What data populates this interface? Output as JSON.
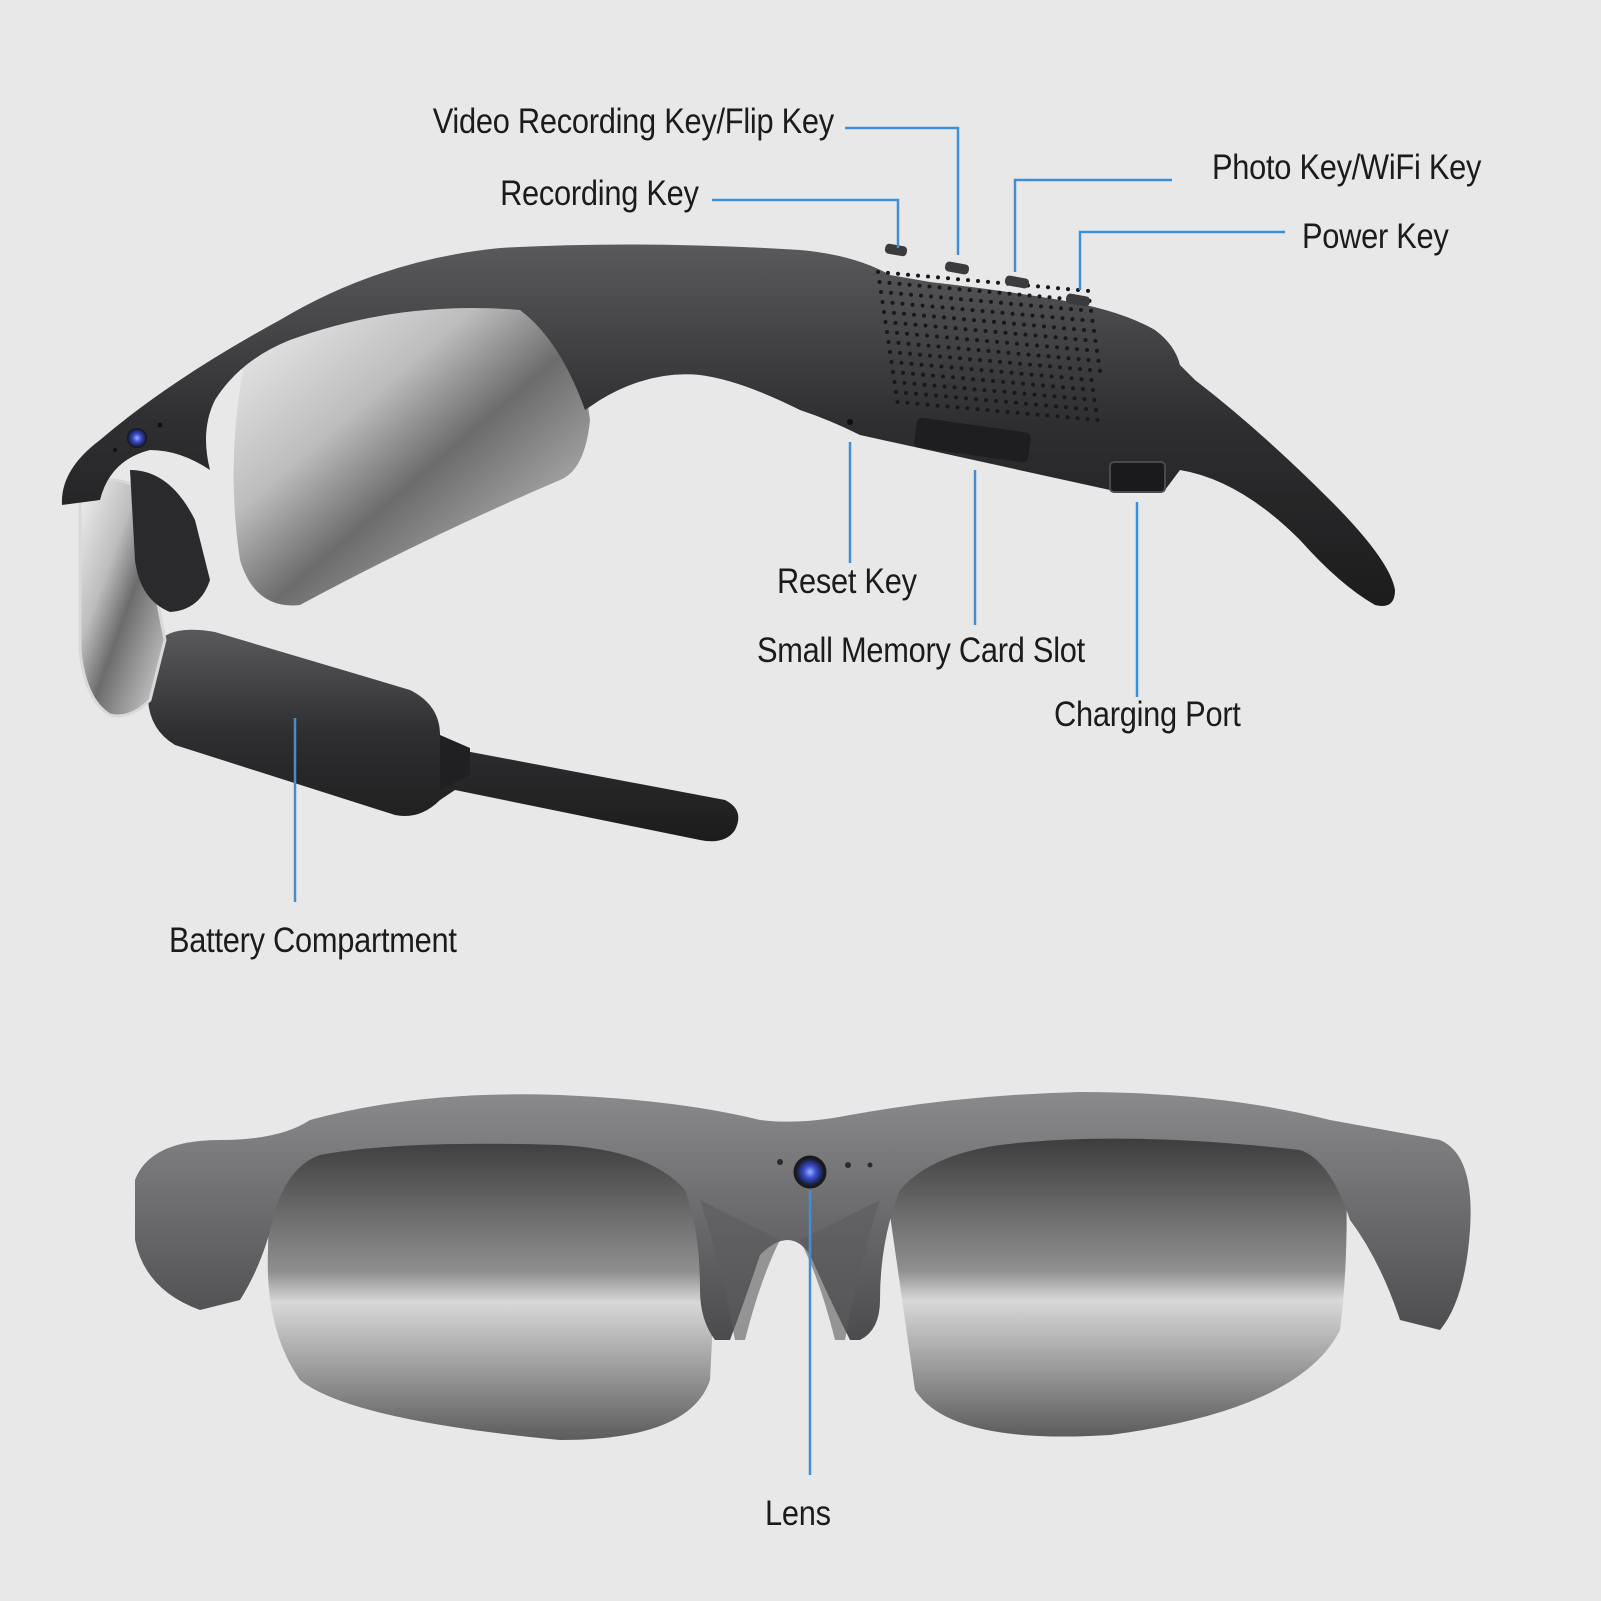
{
  "colors": {
    "background": "#e8e8e8",
    "leader_line": "#3d8fd9",
    "frame_dark": "#2c2c2e",
    "frame_light": "#6b6b6d",
    "lens_silver": "#c9c9c9",
    "lens_dark": "#4a4a4a",
    "camera_blue": "#3a4fd0"
  },
  "labels": {
    "video_recording_key": "Video Recording Key/Flip Key",
    "recording_key": "Recording Key",
    "photo_key": "Photo Key/WiFi Key",
    "power_key": "Power Key",
    "reset_key": "Reset Key",
    "memory_card_slot": "Small Memory Card Slot",
    "charging_port": "Charging Port",
    "battery_compartment": "Battery Compartment",
    "lens": "Lens"
  },
  "icons": {
    "camera": "camera-lens-icon"
  }
}
